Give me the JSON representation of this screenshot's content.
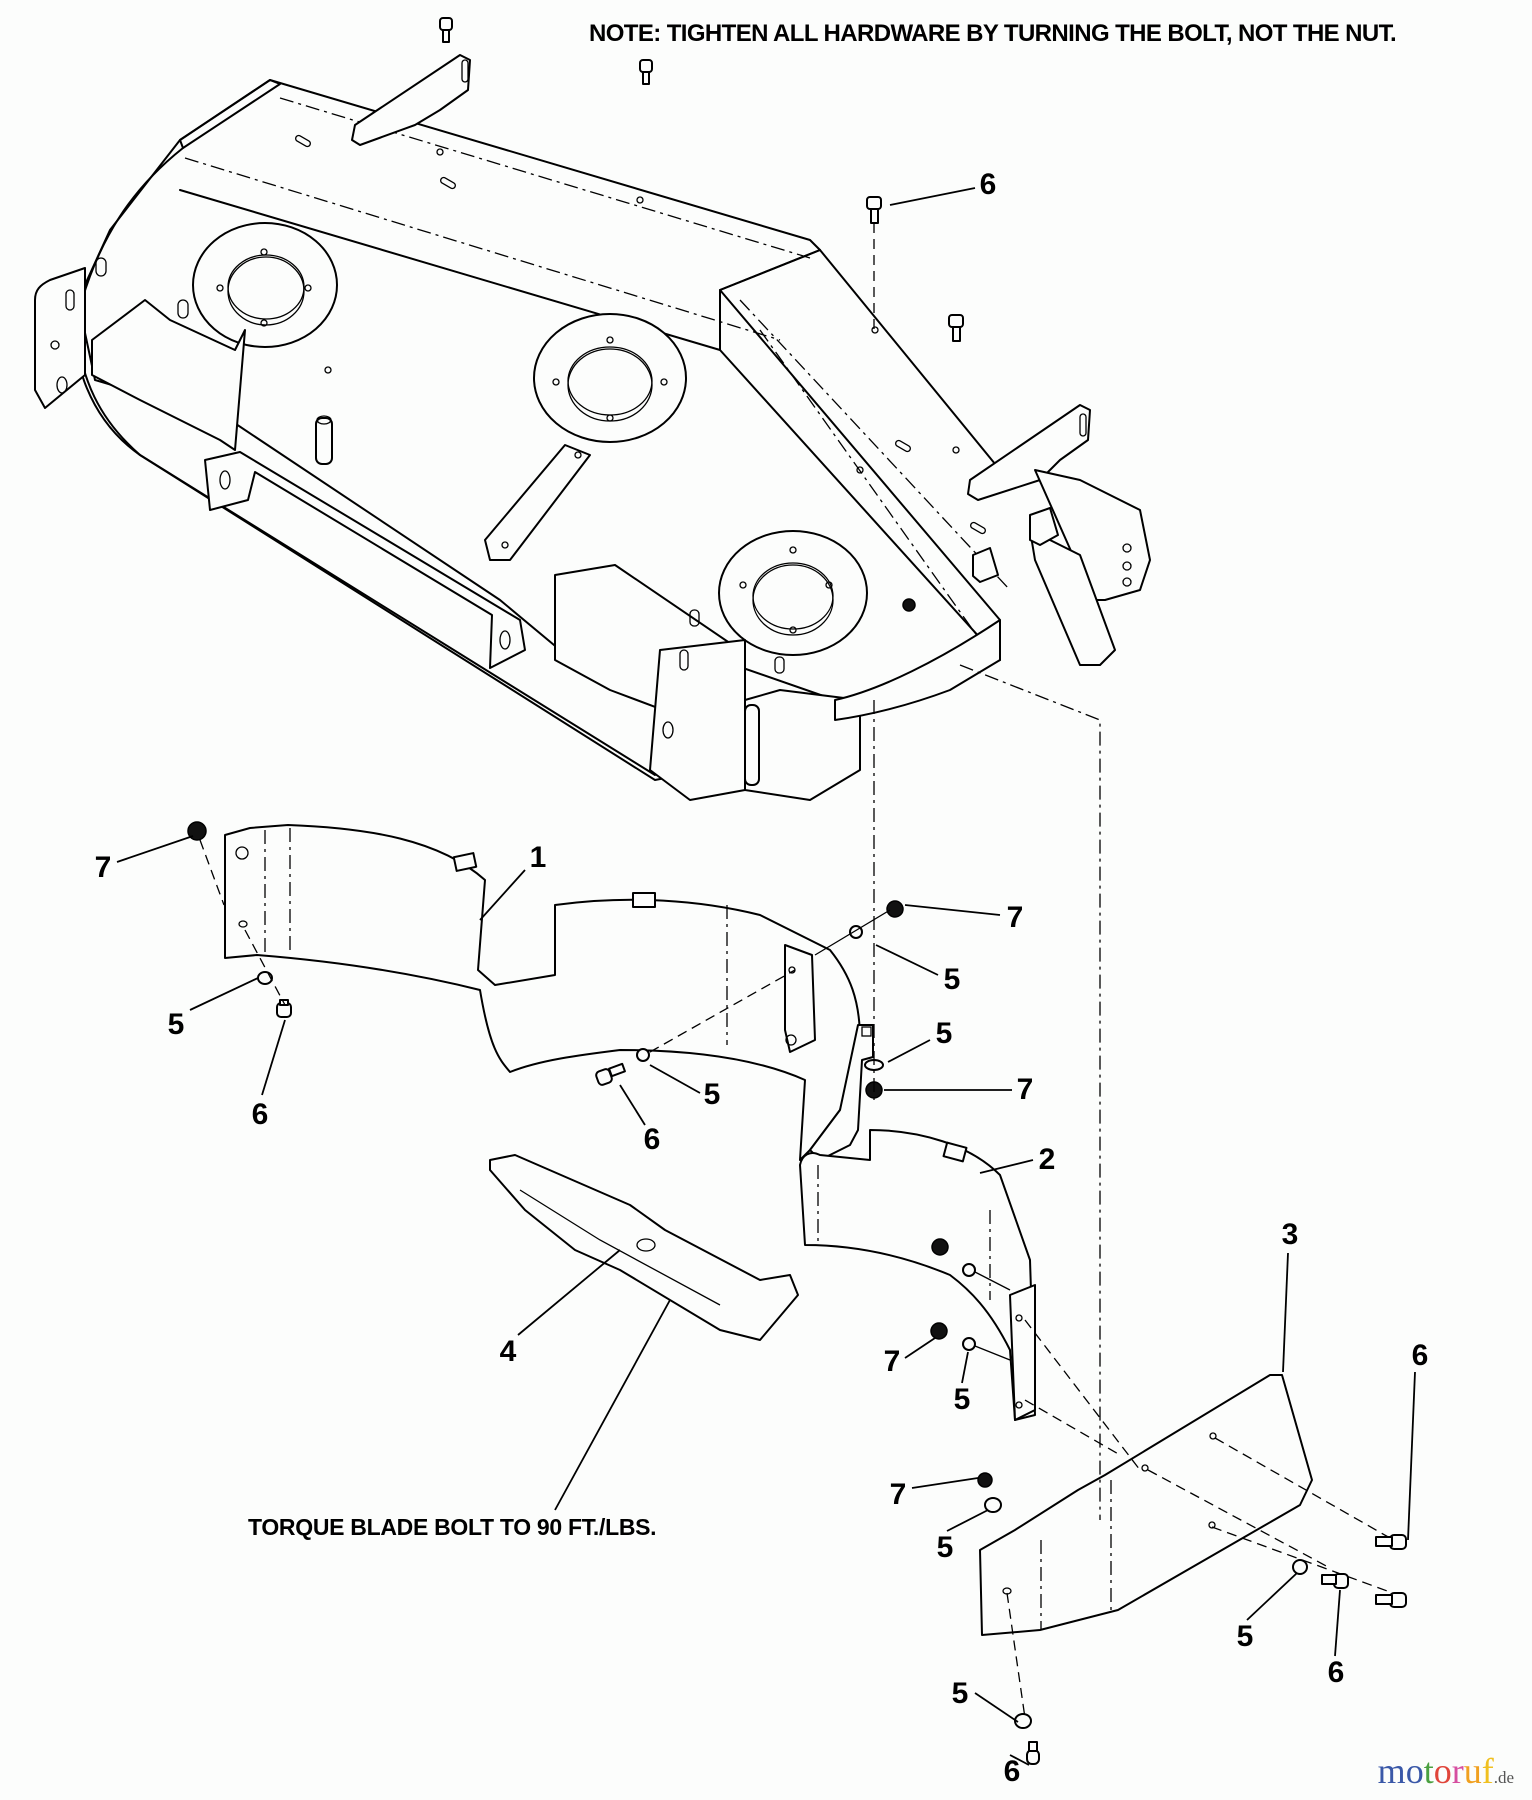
{
  "notes": {
    "hardware": "NOTE: TIGHTEN ALL HARDWARE BY TURNING THE BOLT, NOT THE NUT.",
    "torque": "TORQUE BLADE BOLT TO 90 FT./LBS."
  },
  "callouts": [
    {
      "id": "c-6-top",
      "label": "6",
      "part": "bolt"
    },
    {
      "id": "c-7-left",
      "label": "7",
      "part": "nut"
    },
    {
      "id": "c-1",
      "label": "1",
      "part": "left-baffle"
    },
    {
      "id": "c-5-left",
      "label": "5",
      "part": "washer"
    },
    {
      "id": "c-6-left",
      "label": "6",
      "part": "bolt"
    },
    {
      "id": "c-7-mid-top",
      "label": "7",
      "part": "nut"
    },
    {
      "id": "c-5-mid-top",
      "label": "5",
      "part": "washer"
    },
    {
      "id": "c-5-mid-right",
      "label": "5",
      "part": "washer"
    },
    {
      "id": "c-7-mid-right",
      "label": "7",
      "part": "nut"
    },
    {
      "id": "c-5-mid",
      "label": "5",
      "part": "washer"
    },
    {
      "id": "c-6-mid",
      "label": "6",
      "part": "bolt"
    },
    {
      "id": "c-2",
      "label": "2",
      "part": "right-baffle"
    },
    {
      "id": "c-3",
      "label": "3",
      "part": "deflector-plate"
    },
    {
      "id": "c-4",
      "label": "4",
      "part": "blade"
    },
    {
      "id": "c-7-r1",
      "label": "7",
      "part": "nut"
    },
    {
      "id": "c-5-r1",
      "label": "5",
      "part": "washer"
    },
    {
      "id": "c-6-r1",
      "label": "6",
      "part": "bolt"
    },
    {
      "id": "c-7-r2",
      "label": "7",
      "part": "nut"
    },
    {
      "id": "c-5-r2",
      "label": "5",
      "part": "washer"
    },
    {
      "id": "c-5-r3",
      "label": "5",
      "part": "washer"
    },
    {
      "id": "c-6-r2",
      "label": "6",
      "part": "bolt"
    },
    {
      "id": "c-5-r4",
      "label": "5",
      "part": "washer"
    },
    {
      "id": "c-6-r3",
      "label": "6",
      "part": "bolt"
    }
  ],
  "watermark": {
    "letters": [
      "m",
      "o",
      "t",
      "o",
      "r",
      "u",
      "f"
    ],
    "colors": [
      "#3a58a8",
      "#3a58a8",
      "#4aa040",
      "#e0453a",
      "#d64fa0",
      "#f0a020",
      "#f0c020"
    ],
    "tld": ".de"
  }
}
